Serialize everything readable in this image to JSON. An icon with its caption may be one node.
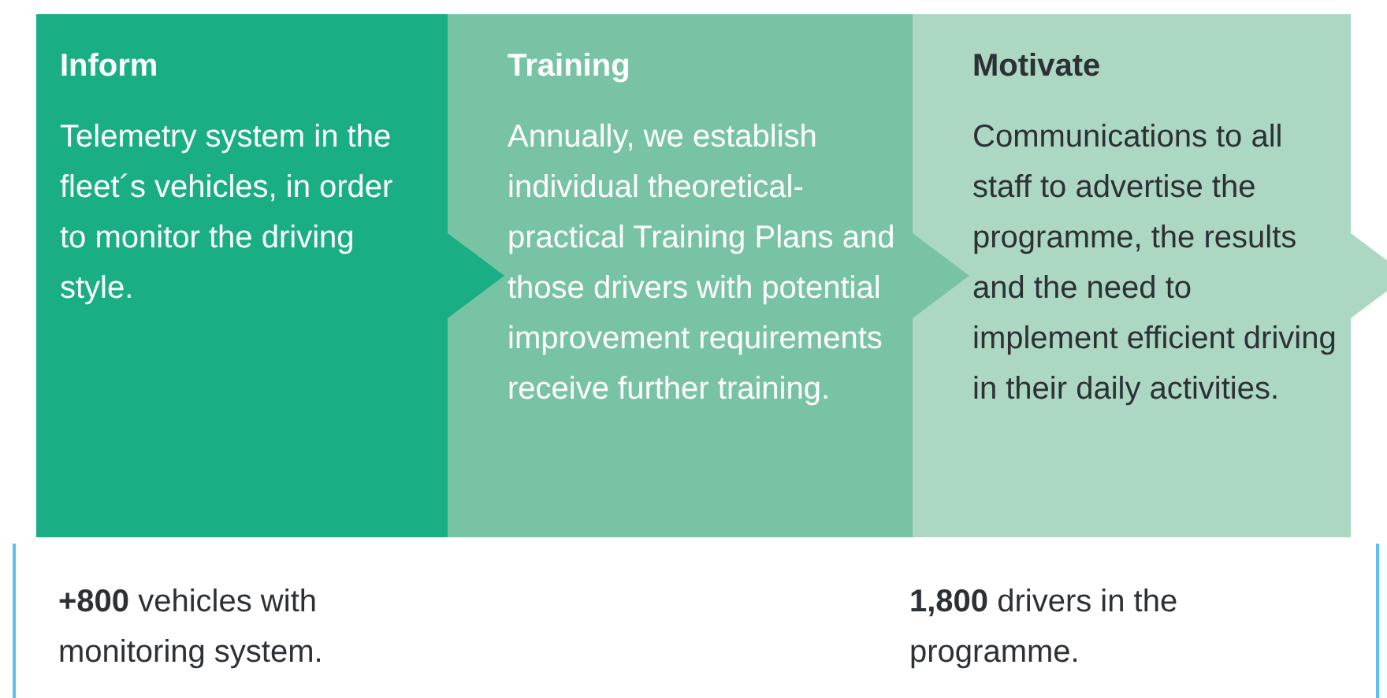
{
  "diagram": {
    "nodes": [
      {
        "text": [
          "Inform",
          "Telemetry system in the fleet´s vehicles, in order to monitor the driving style."
        ]
      },
      {
        "text": [
          "Training",
          "Annually, we establish individual theoretical-practical Training Plans and those drivers with potential improvement requirements receive further training."
        ]
      },
      {
        "text": [
          "Motivate",
          "Communications to all staff to advertise the programme, the results and the need to implement efficient driving in their daily activities."
        ]
      }
    ],
    "edges": [
      {
        "from": 0,
        "to": 1,
        "arrow": "to"
      },
      {
        "from": 1,
        "to": 2,
        "arrow": "to"
      },
      {
        "from": 2,
        "to": null,
        "arrow": "to"
      }
    ],
    "labels": [
      "**+800** vehicles with monitoring system.",
      "**1,800** drivers in the programme."
    ]
  }
}
